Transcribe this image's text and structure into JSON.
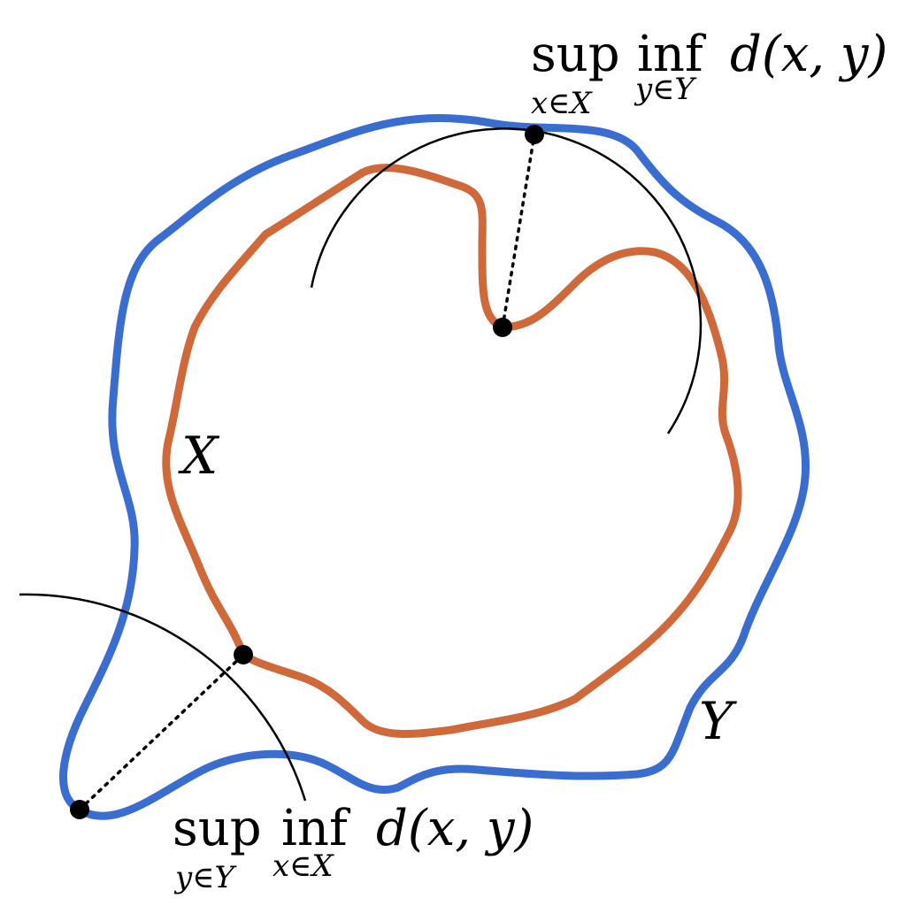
{
  "diagram": {
    "set_x": {
      "label": "X",
      "color": "#d0693a"
    },
    "set_y": {
      "label": "Y",
      "color": "#3a6dd0"
    },
    "top_formula": {
      "op1": "sup",
      "op2": "inf",
      "expr": "d(x, y)",
      "sub1": "x∈X",
      "sub2": "y∈Y"
    },
    "bottom_formula": {
      "op1": "sup",
      "op2": "inf",
      "expr": "d(x, y)",
      "sub1": "y∈Y",
      "sub2": "x∈X"
    },
    "arc_color": "#000000",
    "point_color": "#000000"
  }
}
